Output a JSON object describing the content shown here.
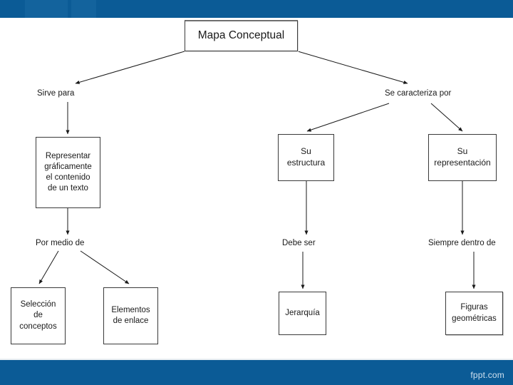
{
  "slide": {
    "background_color": "#ffffff",
    "brand_bar_color": "#0b5b96",
    "watermark": "fppt.com"
  },
  "diagram": {
    "title": "Mapa Conceptual",
    "root": {
      "label": "Mapa Conceptual"
    },
    "connector_labels": {
      "sirve_para": "Sirve para",
      "se_caracteriza_por": "Se caracteriza por",
      "por_medio_de": "Por medio de",
      "debe_ser": "Debe ser",
      "siempre_dentro_de": "Siempre dentro de"
    },
    "nodes": {
      "representar": "Representar\ngráficamente\nel contenido\nde un texto",
      "su_estructura": "Su\nestructura",
      "su_representacion": "Su\nrepresentación",
      "seleccion_de_conceptos": "Selección\nde\nconceptos",
      "elementos_de_enlace": "Elementos\nde enlace",
      "jerarquia": "Jerarquía",
      "figuras_geometricas": "Figuras\ngeométricas"
    }
  }
}
